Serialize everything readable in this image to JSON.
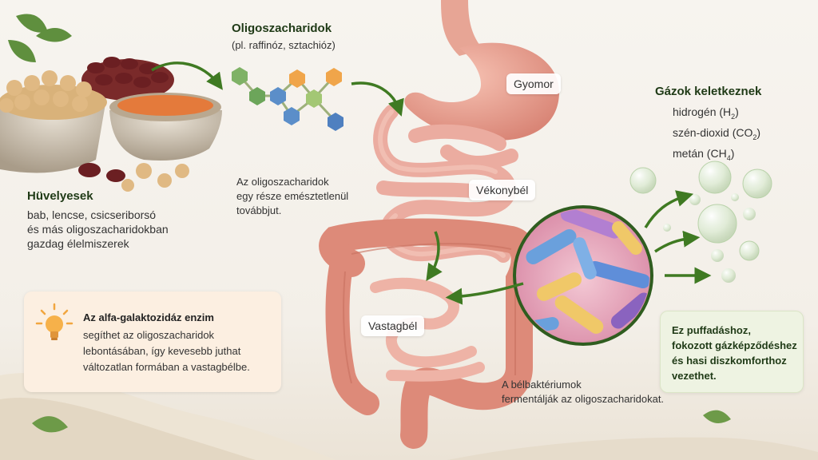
{
  "legumes": {
    "title": "Hüvelyesek",
    "lines": [
      "bab, lencse, csicseriborsó",
      "és más oligoszacharidokban",
      "gazdag élelmiszerek"
    ]
  },
  "oligo": {
    "title": "Oligoszacharidok",
    "subtitle": "(pl. raffinóz, sztachióz)"
  },
  "undigested": {
    "lines": [
      "Az oligoszacharidok",
      "egy része emésztetlenül",
      "továbbjut."
    ]
  },
  "organs": {
    "stomach": "Gyomor",
    "small_intestine": "Vékonybél",
    "large_intestine": "Vastagbél"
  },
  "gases": {
    "title": "Gázok keletkeznek",
    "items": [
      {
        "name": "hidrogén (H",
        "sub": "2",
        "end": ")"
      },
      {
        "name": "szén-dioxid (CO",
        "sub": "2",
        "end": ")"
      },
      {
        "name": "metán (CH",
        "sub": "4",
        "end": ")"
      }
    ]
  },
  "enzyme": {
    "title": "Az alfa-galaktozidáz enzim",
    "lines": [
      "segíthet az oligoszacharidok",
      "lebontásában, így kevesebb juthat",
      "változatlan formában a vastagbélbe."
    ]
  },
  "bacteria": {
    "lines": [
      "A bélbaktériumok",
      "fermentálják az oligoszacharidokat."
    ]
  },
  "result": {
    "lines": [
      "Ez puffadáshoz,",
      "fokozott gázképződéshez",
      "és hasi diszkomforthoz",
      "vezethet."
    ]
  },
  "colors": {
    "accent_green": "#3f7a22",
    "organ_pink": "#e9958a",
    "enzyme_bg": "#fcefe1",
    "result_bg": "#eef3e2"
  }
}
